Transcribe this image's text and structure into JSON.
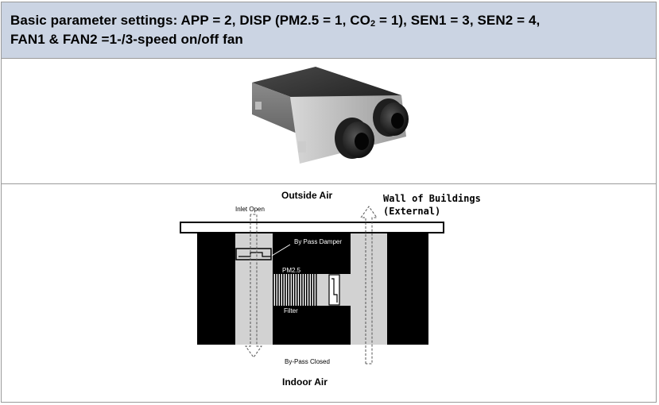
{
  "header": {
    "line1_before_sub": "Basic parameter settings: APP = 2, DISP (PM2.5 = 1, CO",
    "line1_sub": "2",
    "line1_after_sub": " = 1), SEN1 = 3, SEN2 = 4,",
    "line2": "FAN1 & FAN2 =1-/3-speed on/off fan"
  },
  "diagram": {
    "outside_air": "Outside Air",
    "wall_line1": "Wall of Buildings",
    "wall_line2": "(External)",
    "inlet_open": "Inlet Open",
    "bypass_damper": "By Pass Damper",
    "pm25": "PM2.5",
    "filter": "Filter",
    "bypass_closed": "By-Pass Closed",
    "indoor_air": "Indoor Air"
  }
}
